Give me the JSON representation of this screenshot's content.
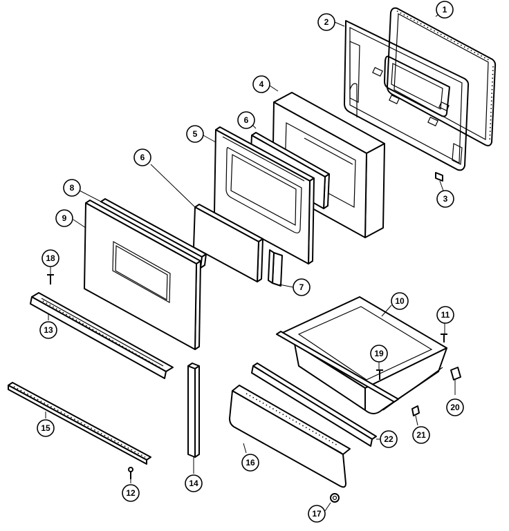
{
  "callouts": [
    {
      "id": "c1",
      "label": "1"
    },
    {
      "id": "c2",
      "label": "2"
    },
    {
      "id": "c3",
      "label": "3"
    },
    {
      "id": "c4",
      "label": "4"
    },
    {
      "id": "c5",
      "label": "5"
    },
    {
      "id": "c6a",
      "label": "6"
    },
    {
      "id": "c6b",
      "label": "6"
    },
    {
      "id": "c7",
      "label": "7"
    },
    {
      "id": "c8",
      "label": "8"
    },
    {
      "id": "c9",
      "label": "9"
    },
    {
      "id": "c10",
      "label": "10"
    },
    {
      "id": "c11",
      "label": "11"
    },
    {
      "id": "c12",
      "label": "12"
    },
    {
      "id": "c13",
      "label": "13"
    },
    {
      "id": "c14",
      "label": "14"
    },
    {
      "id": "c15",
      "label": "15"
    },
    {
      "id": "c16",
      "label": "16"
    },
    {
      "id": "c17",
      "label": "17"
    },
    {
      "id": "c18",
      "label": "18"
    },
    {
      "id": "c19",
      "label": "19"
    },
    {
      "id": "c20",
      "label": "20"
    },
    {
      "id": "c21",
      "label": "21"
    },
    {
      "id": "c22",
      "label": "22"
    }
  ]
}
